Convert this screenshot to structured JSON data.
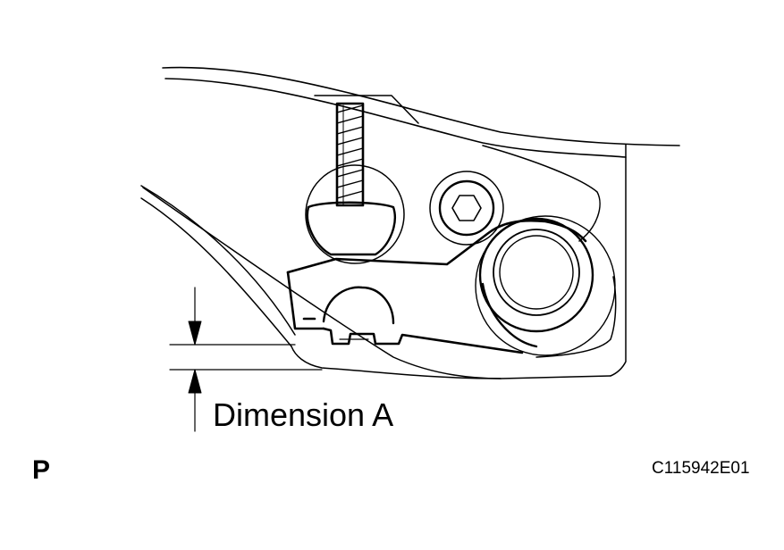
{
  "diagram": {
    "dimension_label": "Dimension A",
    "view_letter": "P",
    "figure_code": "C115942E01"
  },
  "colors": {
    "line": "#000000",
    "background": "#ffffff"
  },
  "icons": {
    "dimension_arrows": "dimension-arrow-icon",
    "hex_socket_bolt": "hex-socket-icon"
  }
}
